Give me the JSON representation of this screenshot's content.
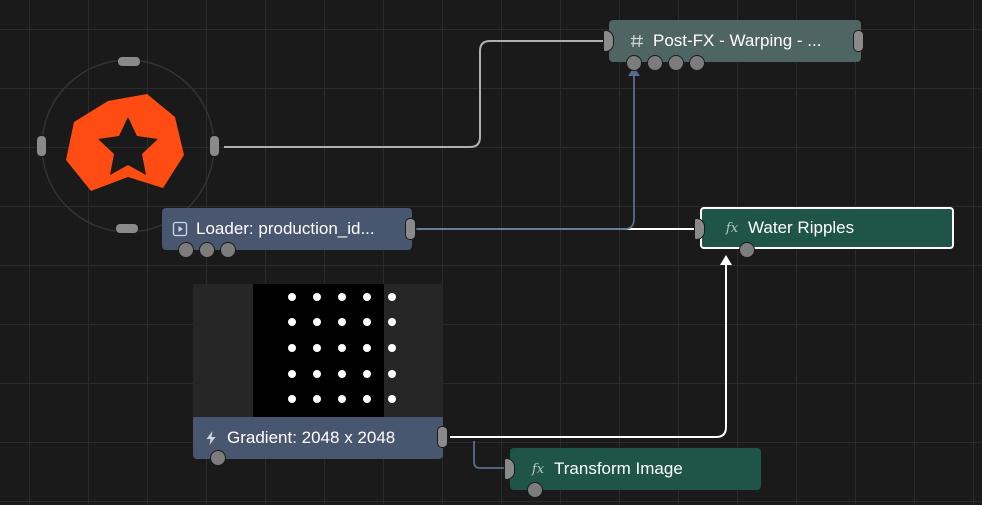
{
  "logo": {
    "name": "app-logo",
    "color": "#ff4c12"
  },
  "nodes": {
    "post_fx": {
      "label": "Post-FX - Warping - ...",
      "icon": "hash-icon",
      "color": "#4e6563"
    },
    "loader": {
      "label": "Loader: production_id...",
      "icon": "play-icon",
      "color": "#485670"
    },
    "water_ripples": {
      "label": "Water Ripples",
      "icon": "fx-icon",
      "icon_text": "fx",
      "color": "#1f5548",
      "selected": true
    },
    "gradient": {
      "label": "Gradient: 2048 x 2048",
      "icon": "lightning-icon",
      "color": "#485670"
    },
    "transform": {
      "label": "Transform Image",
      "icon": "fx-icon",
      "icon_text": "fx",
      "color": "#1f5548"
    }
  },
  "colors": {
    "background": "#1a1a1a",
    "grid": "#2b2b2b",
    "wire_white": "#ffffff",
    "wire_gray": "#b0b0b0",
    "wire_blue": "#5a6b8c"
  }
}
